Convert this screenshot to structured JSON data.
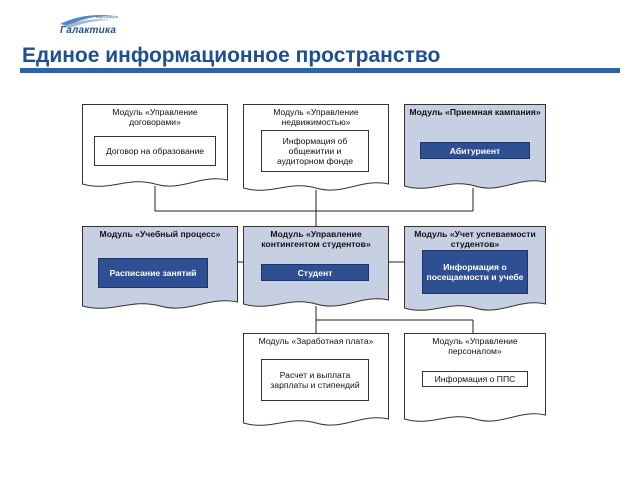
{
  "header": {
    "logo_corp": "корпорация",
    "logo_text": "Галактика",
    "title": "Единое информационное пространство"
  },
  "colors": {
    "title": "#1f4f93",
    "bar": "#2f63a8",
    "shaded_module": "#c7cfe2",
    "dark_box": "#2e4f91"
  },
  "modules": {
    "contracts": {
      "title": "Модуль «Управление договорами»",
      "box": "Договор на образование"
    },
    "realty": {
      "title": "Модуль «Управление недвижимостью»",
      "box": "Информация об общежитии и аудиторном фонде"
    },
    "admission": {
      "title": "Модуль «Приемная кампания»",
      "box": "Абитуриент"
    },
    "study": {
      "title": "Модуль «Учебный процесс»",
      "box": "Расписание занятий"
    },
    "students": {
      "title": "Модуль «Управление контингентом студентов»",
      "box": "Студент"
    },
    "progress": {
      "title": "Модуль «Учет успеваемости студентов»",
      "box": "Информация о посещаемости и учебе"
    },
    "salary": {
      "title": "Модуль «Заработная плата»",
      "box": "Расчет и выплата зарплаты и стипендий"
    },
    "staff": {
      "title": "Модуль «Управление персоналом»",
      "box": "Информация о ППС"
    }
  }
}
